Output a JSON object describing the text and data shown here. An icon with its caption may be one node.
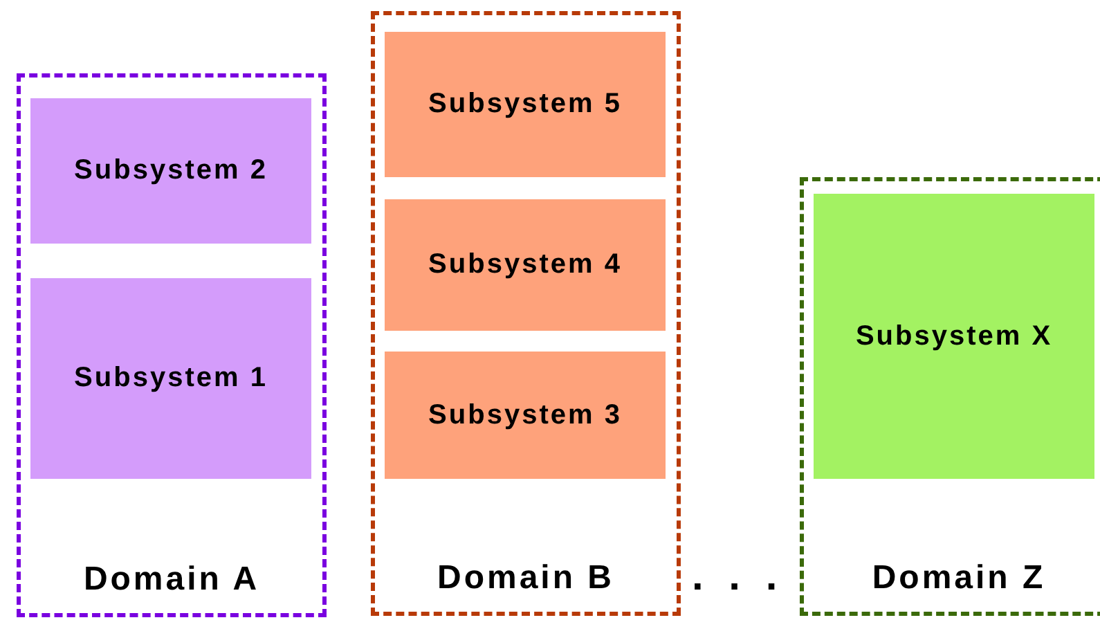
{
  "diagram": {
    "nodes": [
      {
        "text": [
          "Domain A"
        ]
      },
      {
        "text": [
          "Subsystem 2"
        ],
        "in": 0
      },
      {
        "text": [
          "Subsystem 1"
        ],
        "in": 0
      },
      {
        "text": [
          "Domain B"
        ]
      },
      {
        "text": [
          "Subsystem 5"
        ],
        "in": 3
      },
      {
        "text": [
          "Subsystem 4"
        ],
        "in": 3
      },
      {
        "text": [
          "Subsystem 3"
        ],
        "in": 3
      },
      {
        "text": [
          "Domain Z"
        ]
      },
      {
        "text": [
          "Subsystem X"
        ],
        "in": 7
      }
    ],
    "labels": [
      ". . ."
    ]
  }
}
